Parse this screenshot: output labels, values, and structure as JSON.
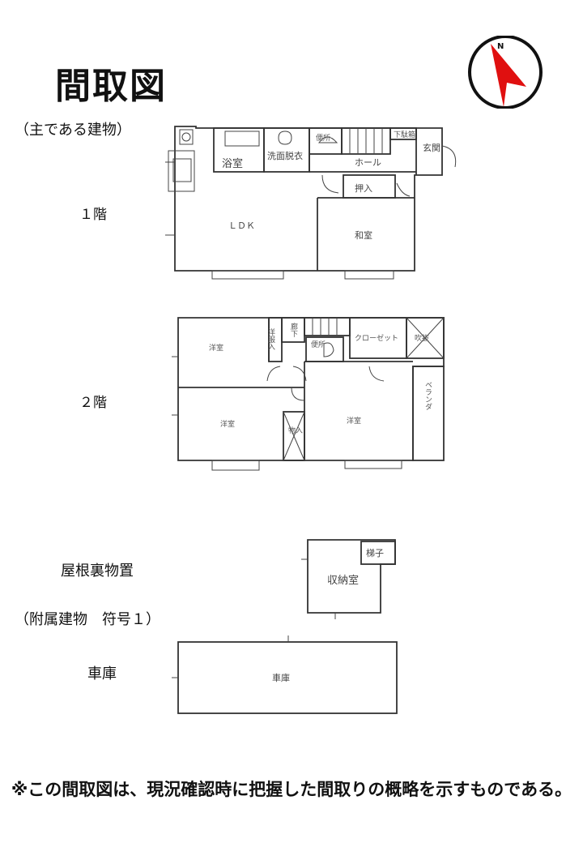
{
  "title": "間取図",
  "main_building_caption": "（主である建物）",
  "floor1_label": "１階",
  "floor2_label": "２階",
  "attic_label": "屋根裏物置",
  "annex_caption": "（附属建物　符号１）",
  "garage_label": "車庫",
  "footer_note": "※この間取図は、現況確認時に把握した間取りの概略を示すものである。",
  "compass_letter": "N",
  "compass_color": "#e01010",
  "floor1_rooms": {
    "bath": "浴室",
    "washroom": "洗面脱衣",
    "toilet": "便所",
    "shoe_cabinet": "下駄箱",
    "entrance": "玄関",
    "hall": "ホール",
    "closet": "押入",
    "ldk": "ＬＤＫ",
    "japanese_room": "和室"
  },
  "floor2_rooms": {
    "western_room_top": "洋室",
    "wardrobe": "洋服入",
    "corridor": "廊下",
    "toilet": "便所",
    "closet": "クローゼット",
    "atrium": "吹抜",
    "balcony": "ベランダ",
    "western_room_left": "洋室",
    "western_room_right": "洋室",
    "storage": "物入"
  },
  "attic_rooms": {
    "ladder": "梯子",
    "storage_room": "収納室"
  },
  "garage_room": "車庫"
}
